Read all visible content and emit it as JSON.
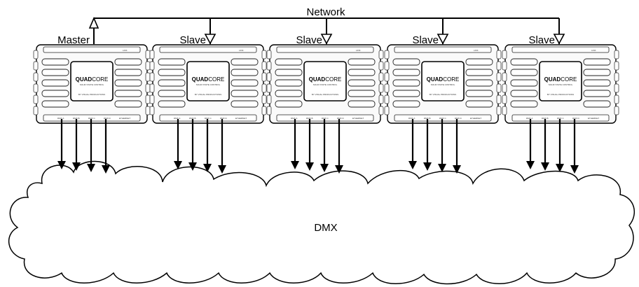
{
  "network_label": "Network",
  "cloud_label": "DMX",
  "device_logo": {
    "quad": "QUAD",
    "core": "CORE",
    "subtitle": "SOLID STATE CONTROL",
    "byline": "BY VISUAL PRODUCTIONS"
  },
  "port_labels": {
    "top": "LINK",
    "bottom": [
      "DMX A",
      "DMX B",
      "DMX C",
      "DMX D",
      "ETHERNET"
    ]
  },
  "units": [
    {
      "role": "Master",
      "arrow": "up"
    },
    {
      "role": "Slave",
      "arrow": "down"
    },
    {
      "role": "Slave",
      "arrow": "down"
    },
    {
      "role": "Slave",
      "arrow": "down"
    },
    {
      "role": "Slave",
      "arrow": "down"
    }
  ],
  "dmx_outputs_per_unit": 4
}
